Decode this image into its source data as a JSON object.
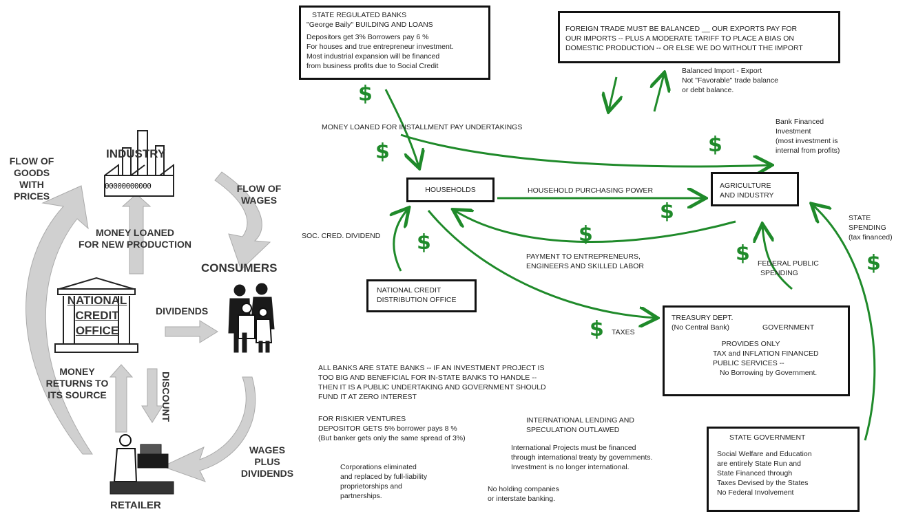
{
  "left": {
    "industry": "INDUSTRY",
    "flow_goods": [
      "FLOW OF",
      "GOODS",
      "WITH",
      "PRICES"
    ],
    "flow_wages": [
      "FLOW OF",
      "WAGES"
    ],
    "money_loaned": [
      "MONEY LOANED",
      "FOR NEW PRODUCTION"
    ],
    "consumers": "CONSUMERS",
    "national_credit": [
      "NATIONAL",
      "CREDIT",
      "OFFICE"
    ],
    "dividends": "DIVIDENDS",
    "money_returns": [
      "MONEY",
      "RETURNS TO",
      "ITS SOURCE"
    ],
    "discount": "DISCOUNT",
    "wages_plus": [
      "WAGES",
      "PLUS",
      "DIVIDENDS"
    ],
    "retailer": "RETAILER",
    "factory_windows": "00000000000"
  },
  "right": {
    "banks_box": [
      "STATE REGULATED BANKS",
      "\"George Baily\" BUILDING AND LOANS",
      "Depositors get 3% Borrowers pay 6 %",
      "For houses and true entrepreneur investment.",
      "Most industrial expansion will be financed",
      "from business profits due to Social Credit"
    ],
    "foreign_box": [
      "FOREIGN TRADE MUST BE BALANCED __ OUR EXPORTS PAY FOR",
      "OUR IMPORTS -- PLUS A MODERATE TARIFF TO PLACE A BIAS ON",
      "DOMESTIC PRODUCTION -- OR ELSE WE DO WITHOUT THE IMPORT"
    ],
    "balanced": [
      "Balanced Import - Export",
      "Not \"Favorable\" trade balance",
      "or debt balance."
    ],
    "money_loaned_install": "MONEY LOANED FOR INSTALLMENT PAY UNDERTAKINGS",
    "bank_financed": [
      "Bank Financed",
      "Investment",
      "(most investment is",
      "internal from profits)"
    ],
    "households": "HOUSEHOLDS",
    "household_power": "HOUSEHOLD PURCHASING POWER",
    "agri": [
      "AGRICULTURE",
      "AND INDUSTRY"
    ],
    "state_spending": [
      "STATE",
      "SPENDING",
      "(tax financed)"
    ],
    "soc_cred": "SOC. CRED. DIVIDEND",
    "payment": [
      "PAYMENT TO ENTREPRENEURS,",
      "ENGINEERS AND SKILLED LABOR"
    ],
    "federal": [
      "FEDERAL PUBLIC",
      "SPENDING"
    ],
    "ncdo": [
      "NATIONAL CREDIT",
      "DISTRIBUTION OFFICE"
    ],
    "treasury": [
      "TREASURY DEPT.",
      "(No Central Bank)"
    ],
    "government": "GOVERNMENT",
    "provides": [
      "PROVIDES ONLY",
      "TAX and INFLATION FINANCED",
      "PUBLIC SERVICES  --",
      "No Borrowing by Government."
    ],
    "taxes": "TAXES",
    "all_banks": [
      "ALL BANKS ARE STATE BANKS -- IF AN INVESTMENT PROJECT IS",
      "TOO BIG AND BENEFICIAL  FOR IN-STATE BANKS TO HANDLE --",
      "THEN IT IS A PUBLIC UNDERTAKING AND GOVERNMENT SHOULD",
      "FUND IT AT ZERO INTEREST"
    ],
    "riskier": [
      "FOR RISKIER VENTURES",
      "DEPOSITOR GETS 5% borrower pays 8 %",
      "(But banker gets only the same spread of 3%)"
    ],
    "corporations": [
      "Corporations eliminated",
      "and replaced by full-liability",
      "proprietorships and",
      "partnerships."
    ],
    "intl": [
      "INTERNATIONAL LENDING AND",
      "SPECULATION OUTLAWED"
    ],
    "intl_proj": [
      "International Projects must be financed",
      "through international treaty by governments.",
      "Investment is no longer international."
    ],
    "no_holding": [
      "No holding companies",
      "or interstate banking."
    ],
    "state_gov": [
      "STATE GOVERNMENT",
      "Social Welfare and Education",
      "are entirely State Run and",
      "State Financed through",
      "Taxes Devised by the States",
      "No Federal Involvement"
    ],
    "dollar_sign": "$"
  },
  "colors": {
    "green": "#1f8a2a",
    "gray_arrow": "#c8c8c8",
    "ink": "#111111"
  }
}
